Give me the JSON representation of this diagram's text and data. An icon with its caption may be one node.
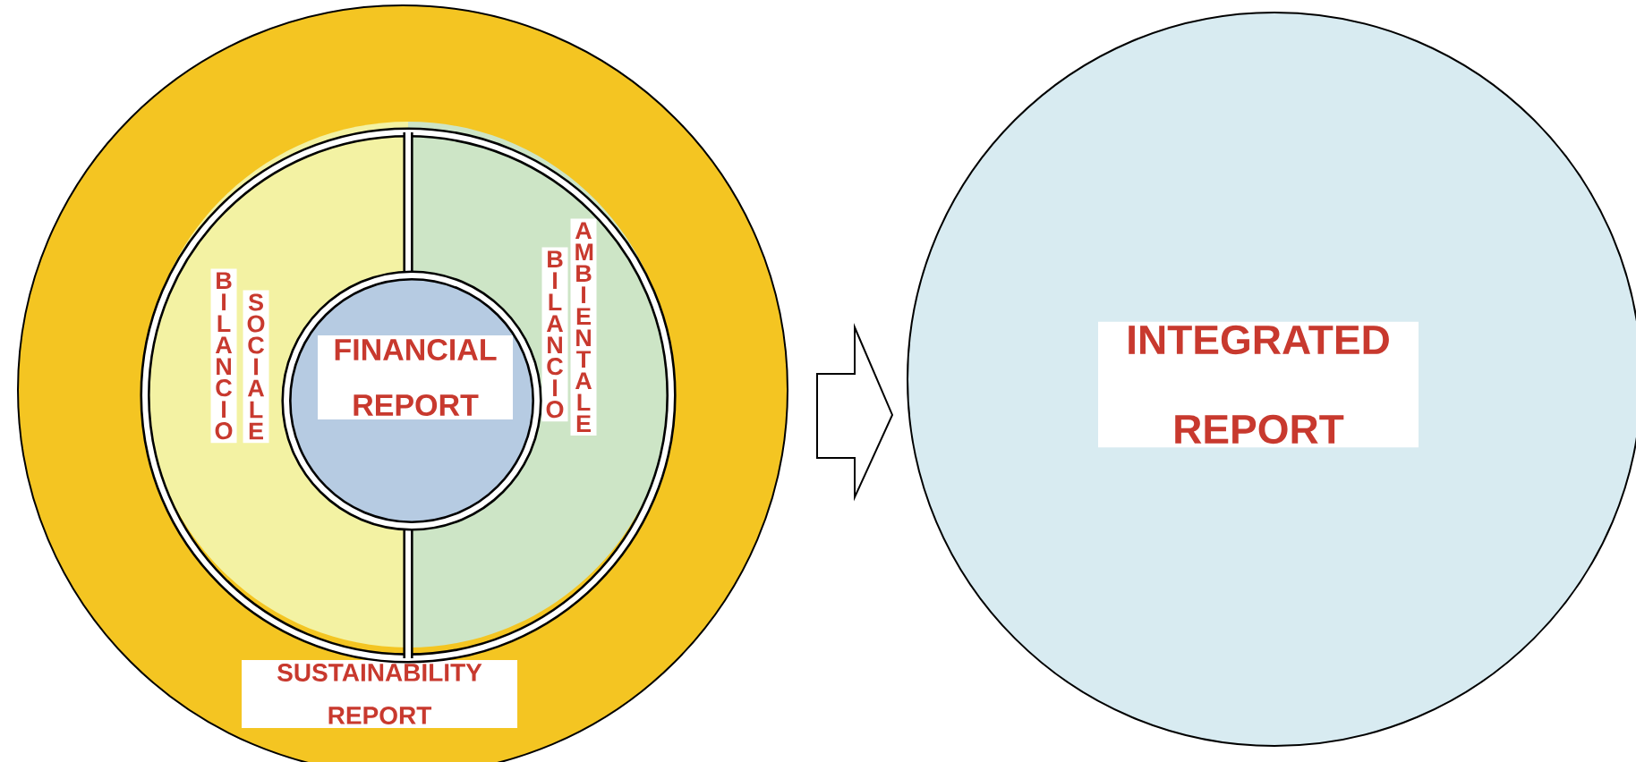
{
  "diagram": {
    "nodes": [
      {
        "text": [
          "SUSTAINABILITY REPORT"
        ]
      },
      {
        "text": [
          "BILANCIO",
          "SOCIALE"
        ],
        "in": 0
      },
      {
        "text": [
          "BILANCIO",
          "AMBIENTALE"
        ],
        "in": 0
      },
      {
        "text": [
          "FINANCIAL REPORT"
        ],
        "in": 0
      },
      {
        "text": [
          "INTEGRATED REPORT"
        ]
      }
    ],
    "edges": [
      {
        "from": 0,
        "to": 4,
        "arrow": "to"
      }
    ]
  }
}
